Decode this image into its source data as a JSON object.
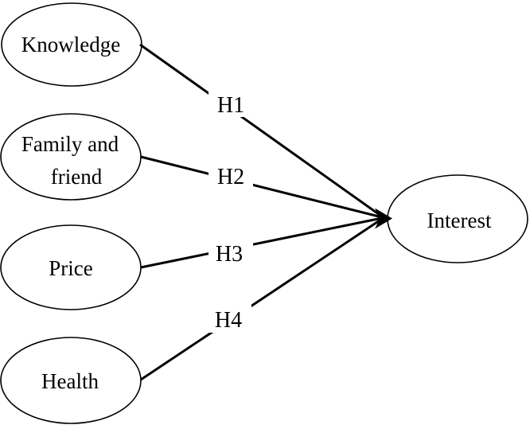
{
  "diagram": {
    "type": "hypothesis-path-model",
    "factors": [
      {
        "id": "knowledge",
        "label": "Knowledge"
      },
      {
        "id": "family-and-friend",
        "label": "Family and friend",
        "label_lines": [
          "Family and",
          "friend"
        ]
      },
      {
        "id": "price",
        "label": "Price"
      },
      {
        "id": "health",
        "label": "Health"
      }
    ],
    "outcome": {
      "id": "interest",
      "label": "Interest"
    },
    "relations": [
      {
        "from": "Knowledge",
        "to": "Interest",
        "label": "H1"
      },
      {
        "from": "Family and friend",
        "to": "Interest",
        "label": "H2"
      },
      {
        "from": "Price",
        "to": "Interest",
        "label": "H3"
      },
      {
        "from": "Health",
        "to": "Interest",
        "label": "H4"
      }
    ],
    "colors": {
      "background": "#ffffff",
      "node_fill": "#ffffff",
      "stroke": "#000000",
      "text": "#000000"
    }
  }
}
